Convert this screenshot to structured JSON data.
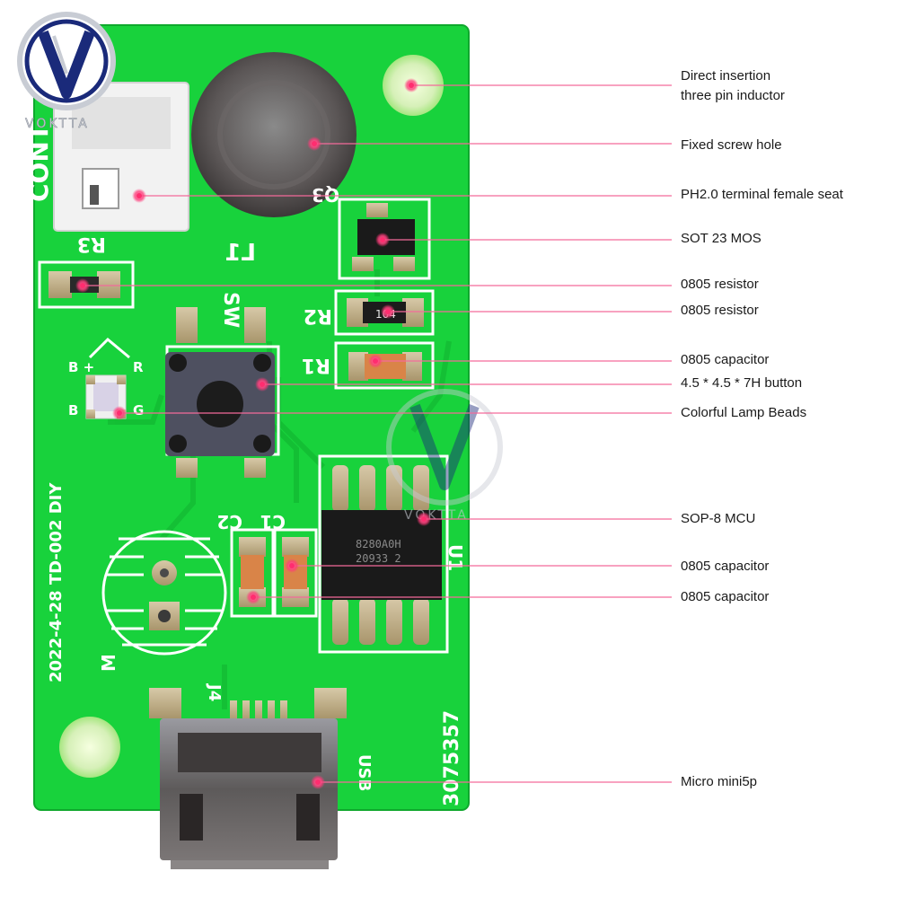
{
  "brand": {
    "logo_text": "VOKTTA",
    "accent_color": "#1a2a7a",
    "silver_color": "#c8ccd4"
  },
  "board": {
    "pcb_color": "#18d23c",
    "silk_color": "#ffffff",
    "silkscreen": {
      "conn": "CONT",
      "l1": "L1",
      "q3": "Q3",
      "r3": "R3",
      "r2": "R2",
      "r1": "R1",
      "sw": "SW",
      "c2": "C2",
      "c1": "C1",
      "u1": "U1",
      "m": "M",
      "usb": "USB",
      "b_plus": "B +",
      "r_mark": "R",
      "g_mark": "G",
      "b_mark": "B",
      "date": "2022-4-28 TD-002 DIY",
      "code": "3075357",
      "j4": "J4",
      "resistor_code": "104",
      "chip_line1": "8280A0H",
      "chip_line2": "20933 2"
    }
  },
  "callout_color": "#f46a9a",
  "callouts": [
    {
      "id": "inductor",
      "lines": [
        "Direct insertion",
        "three pin inductor"
      ]
    },
    {
      "id": "screw-hole",
      "lines": [
        "Fixed screw hole"
      ]
    },
    {
      "id": "ph20-terminal",
      "lines": [
        "PH2.0 terminal female seat"
      ]
    },
    {
      "id": "sot23-mos",
      "lines": [
        "SOT 23 MOS"
      ]
    },
    {
      "id": "resistor-1",
      "lines": [
        "0805 resistor"
      ]
    },
    {
      "id": "resistor-2",
      "lines": [
        "0805 resistor"
      ]
    },
    {
      "id": "capacitor-1",
      "lines": [
        "0805 capacitor"
      ]
    },
    {
      "id": "button",
      "lines": [
        "4.5 * 4.5 * 7H button"
      ]
    },
    {
      "id": "lamp-beads",
      "lines": [
        "Colorful Lamp Beads"
      ]
    },
    {
      "id": "sop8-mcu",
      "lines": [
        "SOP-8 MCU"
      ]
    },
    {
      "id": "capacitor-2",
      "lines": [
        "0805 capacitor"
      ]
    },
    {
      "id": "capacitor-3",
      "lines": [
        "0805 capacitor"
      ]
    },
    {
      "id": "micro-usb",
      "lines": [
        "Micro mini5p"
      ]
    }
  ]
}
